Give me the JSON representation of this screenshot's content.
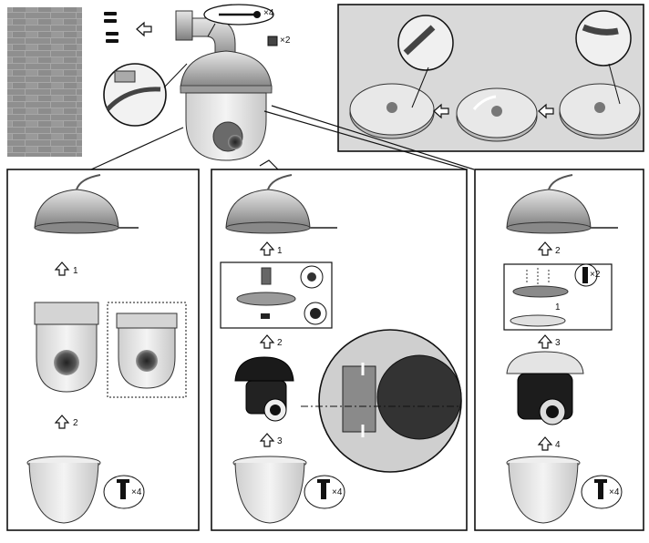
{
  "top": {
    "screw_qty": "×4",
    "nut_qty": "×2"
  },
  "panel1": {
    "step1": "1",
    "step2": "2",
    "screw_qty": "×4"
  },
  "panel2": {
    "step1": "1",
    "step2": "2",
    "step3": "3",
    "screw_qty": "×4"
  },
  "panel3": {
    "step1": "1",
    "step2": "2",
    "step3": "3",
    "step4": "4",
    "screw_qty_top": "×2",
    "screw_qty": "×4"
  },
  "colors": {
    "outline": "#111111",
    "metal": "#bdbdbd",
    "metal_dark": "#7a7a7a",
    "brick": "#9a9a9a",
    "dome": "#e2e2e2"
  }
}
